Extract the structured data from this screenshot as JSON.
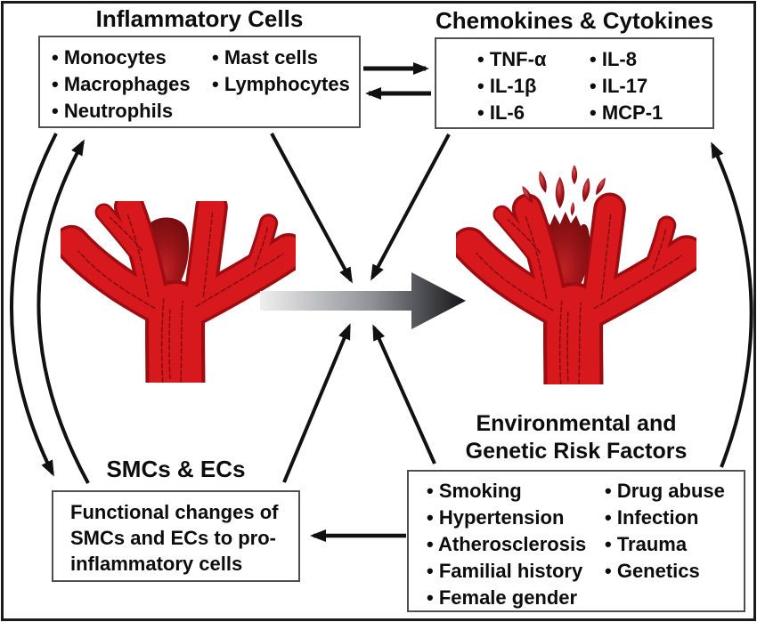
{
  "titles": {
    "inflammatory": "Inflammatory Cells",
    "chemokines": "Chemokines & Cytokines",
    "smcs": "SMCs & ECs",
    "risk_line1": "Environmental and",
    "risk_line2": "Genetic Risk Factors"
  },
  "inflammatory_cells": {
    "col1": [
      "Monocytes",
      "Macrophages",
      "Neutrophils"
    ],
    "col2": [
      "Mast cells",
      "Lymphocytes"
    ]
  },
  "chemokines_cytokines": {
    "col1": [
      "TNF-α",
      "IL-1β",
      "IL-6"
    ],
    "col2": [
      "IL-8",
      "IL-17",
      "MCP-1"
    ]
  },
  "smcs_box": {
    "lines": [
      "Functional changes of",
      "SMCs and ECs to pro-",
      "inflammatory cells"
    ]
  },
  "risk_factors": {
    "col1": [
      "Smoking",
      "Hypertension",
      "Atherosclerosis",
      "Familial history",
      "Female gender"
    ],
    "col2": [
      "Drug abuse",
      "Infection",
      "Trauma",
      "Genetics"
    ]
  },
  "illustrations": {
    "left": "unruptured-aneurysm-artery",
    "right": "ruptured-aneurysm-artery-with-blood-drops"
  },
  "colors": {
    "artery_red": "#d7191d",
    "artery_edge": "#9c0c10",
    "aneurysm_dark": "#6b0b0e",
    "arrow_black": "#111111",
    "gradient_arrow_start": "#efefef",
    "gradient_arrow_end": "#141419",
    "box_border": "#4f4f4f"
  }
}
